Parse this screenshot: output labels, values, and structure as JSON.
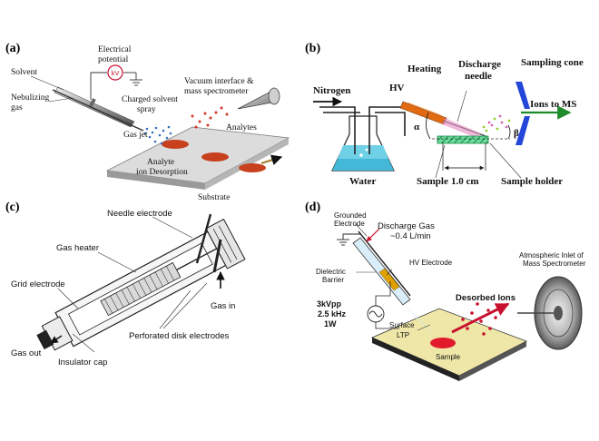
{
  "panels": {
    "a": {
      "label": "(a)",
      "texts": {
        "electrical": "Electrical",
        "potential": "potential",
        "kv": "kV",
        "solvent": "Solvent",
        "nebulizing": "Nebulizing",
        "gas": "gas",
        "charged1": "Charged solvent",
        "charged2": "spray",
        "vacuum1": "Vacuum interface &",
        "vacuum2": "mass spectrometer",
        "gasjet": "Gas jet",
        "analytes": "Analytes",
        "analyte1": "Analyte",
        "analyte2": "ion Desorption",
        "substrate": "Substrate"
      }
    },
    "b": {
      "label": "(b)",
      "texts": {
        "nitrogen": "Nitrogen",
        "hv": "HV",
        "heating": "Heating",
        "discharge1": "Discharge",
        "discharge2": "needle",
        "sampling": "Sampling cone",
        "ions": "Ions to MS",
        "alpha": "α",
        "beta": "β",
        "water": "Water",
        "sample": "Sample",
        "dist": "1.0 cm",
        "holder": "Sample holder"
      }
    },
    "c": {
      "label": "(c)",
      "texts": {
        "needle": "Needle electrode",
        "heater": "Gas heater",
        "grid": "Grid electrode",
        "gasin": "Gas in",
        "perforated": "Perforated disk electrodes",
        "gasout": "Gas out",
        "insulator": "Insulator  cap"
      }
    },
    "d": {
      "label": "(d)",
      "texts": {
        "grounded1": "Grounded",
        "grounded2": "Electrode",
        "dischargegas1": "Discharge Gas",
        "dischargegas2": "~0.4 L/min",
        "hvelec": "HV Electrode",
        "dielectric1": "Dielectric",
        "dielectric2": "Barrier",
        "atm1": "Atmospheric Inlet of",
        "atm2": "Mass Spectrometer",
        "volt1": "3kVpp",
        "volt2": "2.5 kHz",
        "volt3": "1W",
        "desorbed": "Desorbed Ions",
        "surface": "Surface",
        "ltp": "LTP",
        "sample": "Sample"
      }
    }
  }
}
